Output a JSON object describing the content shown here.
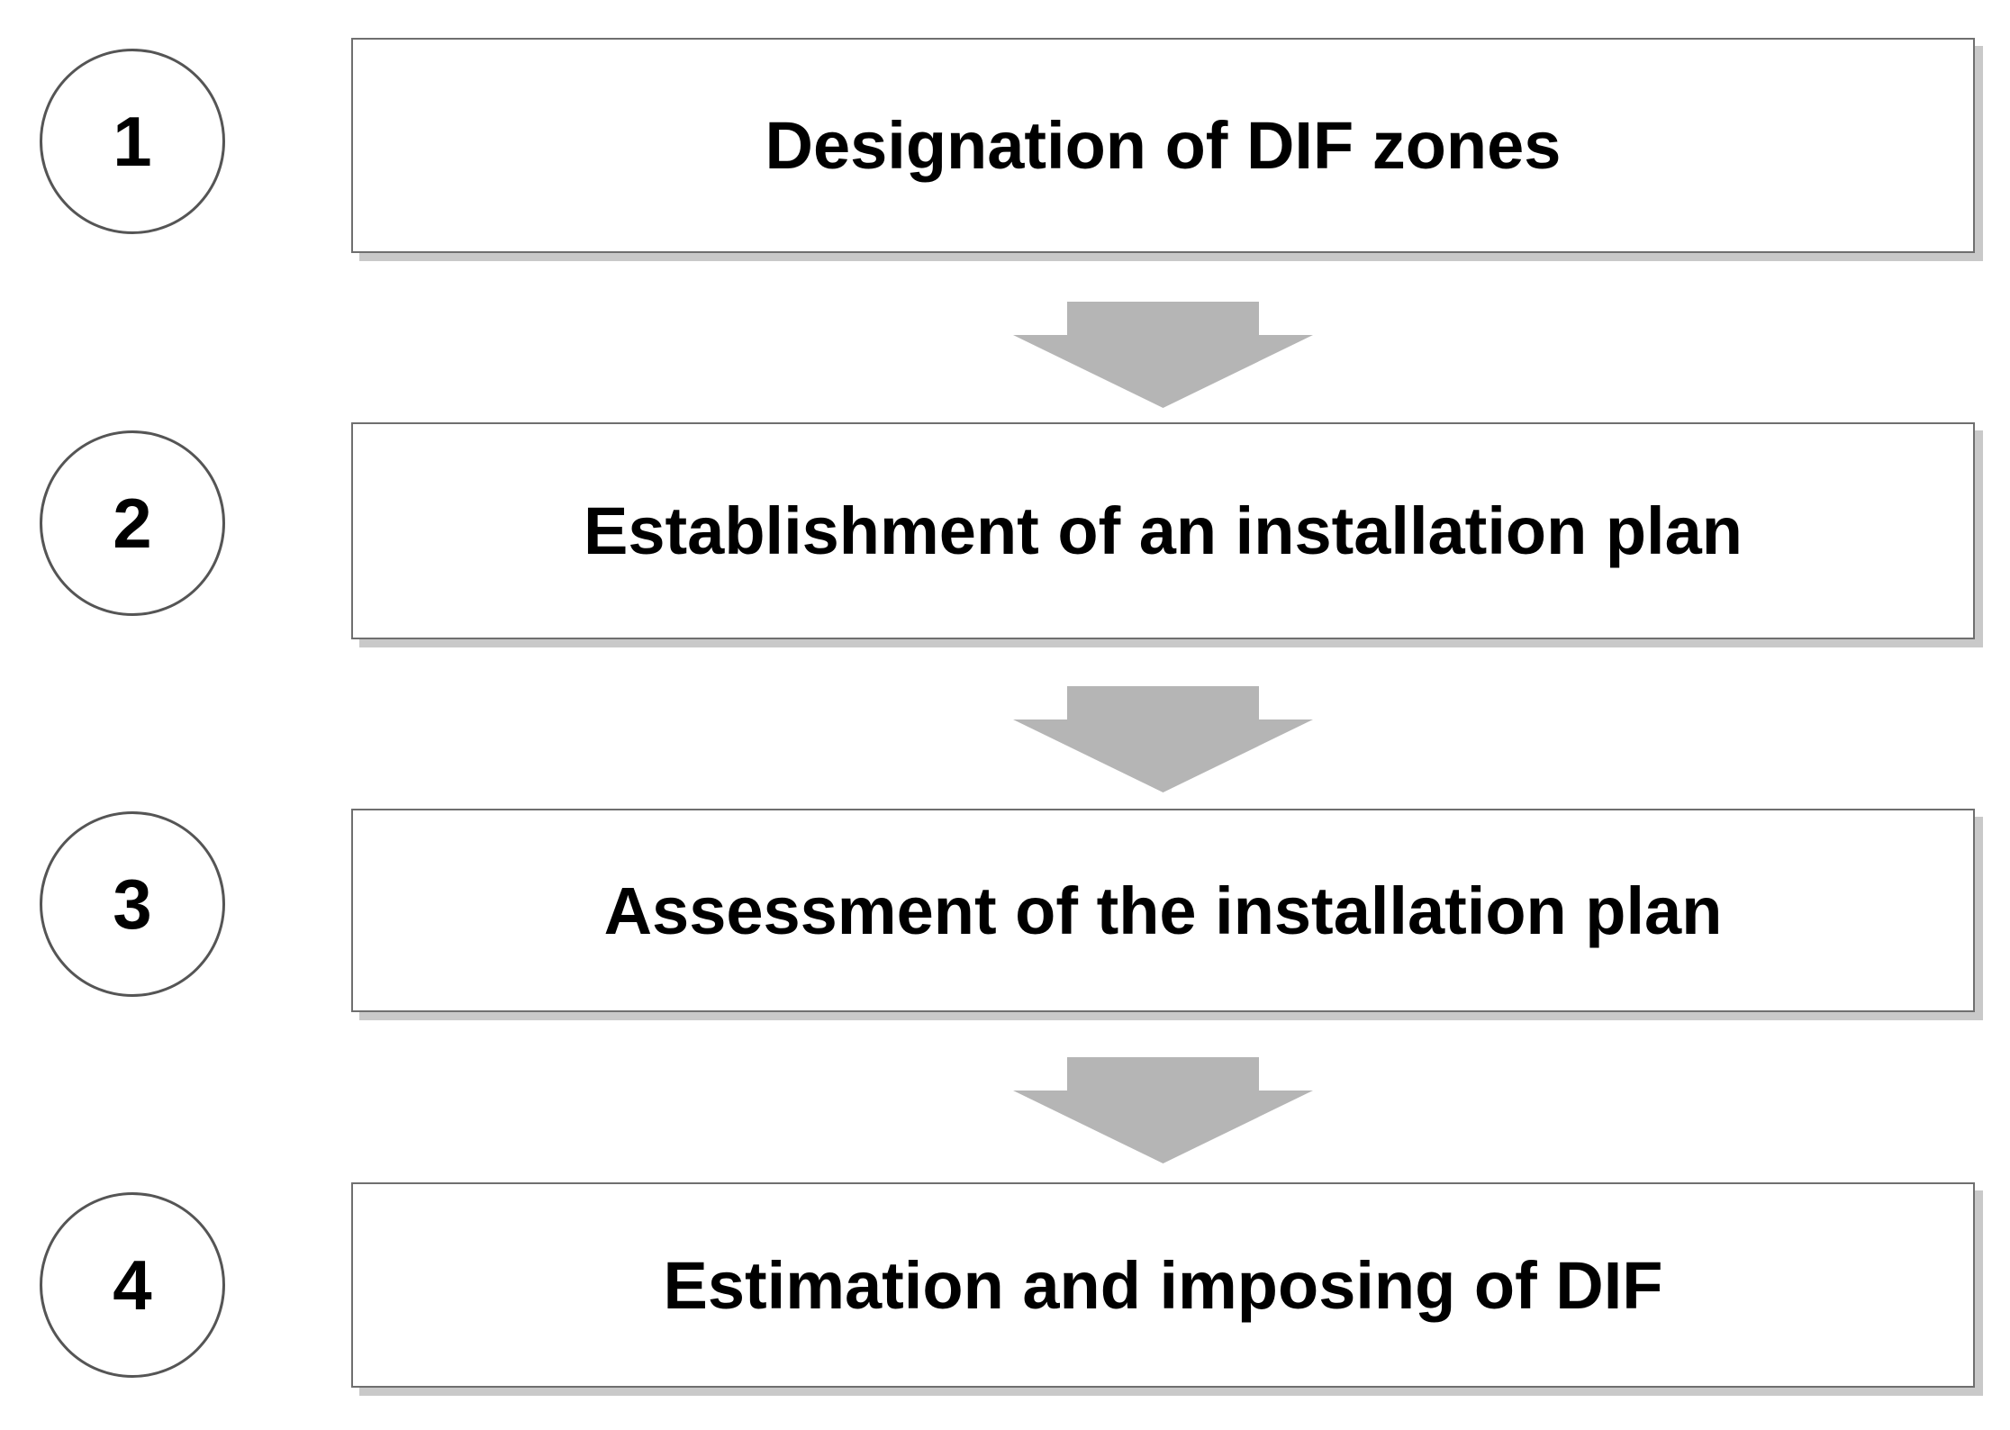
{
  "steps": [
    {
      "number": "1",
      "label": "Designation of DIF zones"
    },
    {
      "number": "2",
      "label": "Establishment of an installation plan"
    },
    {
      "number": "3",
      "label": "Assessment of the installation plan"
    },
    {
      "number": "4",
      "label": "Estimation and imposing of DIF"
    }
  ],
  "colors": {
    "arrow": "#b5b5b5",
    "box_border": "#6f6f6f",
    "box_shadow": "#c9c9c9",
    "circle_border": "#555555"
  }
}
